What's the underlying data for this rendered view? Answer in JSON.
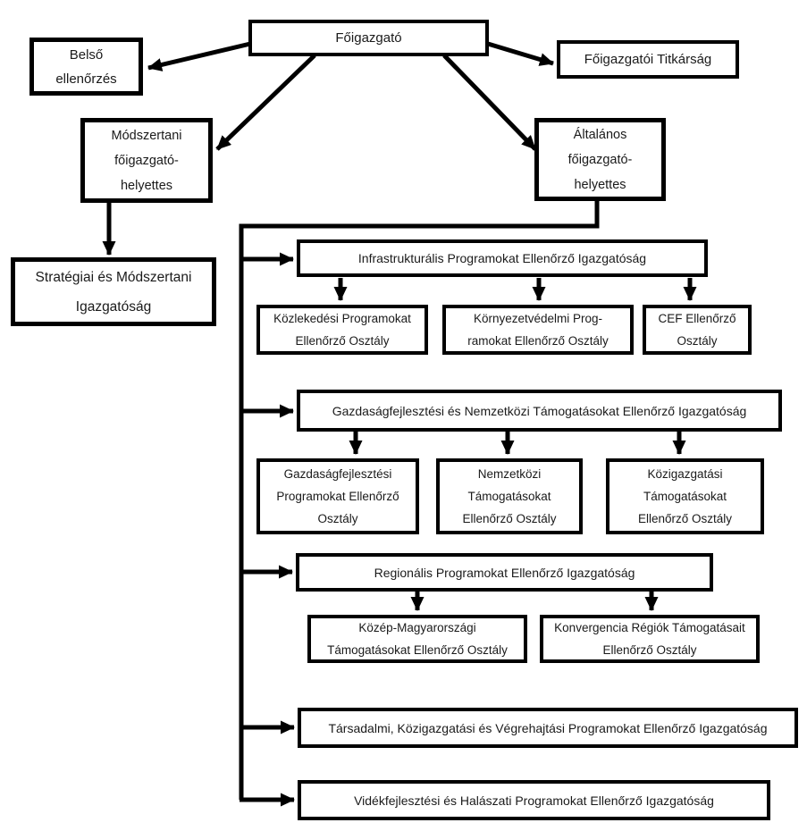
{
  "diagram": {
    "type": "org-chart",
    "language": "hu",
    "colors": {
      "background": "#ffffff",
      "box_fill": "#ffffff",
      "box_border": "#000000",
      "connector": "#000000",
      "text": "#1a1a1a"
    },
    "nodes": {
      "fogazgato": {
        "lines": [
          "Főigazgató"
        ]
      },
      "belso_ellenorzes": {
        "lines": [
          "Belső",
          "ellenőrzés"
        ]
      },
      "fogazgatoi_titkarsag": {
        "lines": [
          "Főigazgatói Titkárság"
        ]
      },
      "modszertani_helyettes": {
        "lines": [
          "Módszertani",
          "főigazgató-",
          "helyettes"
        ]
      },
      "altalanos_helyettes": {
        "lines": [
          "Általános",
          "főigazgató-",
          "helyettes"
        ]
      },
      "strategiai_igazgatosag": {
        "lines": [
          "Stratégiai és Módszertani",
          "Igazgatóság"
        ]
      },
      "infrastrukturalis_igazgatosag": {
        "lines": [
          "Infrastrukturális Programokat Ellenőrző Igazgatóság"
        ]
      },
      "kozlekedesi_osztaly": {
        "lines": [
          "Közlekedési Programokat",
          "Ellenőrző Osztály"
        ]
      },
      "kornyezetvedelmi_osztaly": {
        "lines": [
          "Környezetvédelmi Prog-",
          "ramokat Ellenőrző Osztály"
        ]
      },
      "cef_osztaly": {
        "lines": [
          "CEF Ellenőrző",
          "Osztály"
        ]
      },
      "gazdasagfejlesztesi_igazgatosag": {
        "lines": [
          "Gazdaságfejlesztési és Nemzetközi Támogatásokat Ellenőrző Igazgatóság"
        ]
      },
      "gazdasagfejlesztesi_osztaly": {
        "lines": [
          "Gazdaságfejlesztési",
          "Programokat Ellenőrző",
          "Osztály"
        ]
      },
      "nemzetkozi_osztaly": {
        "lines": [
          "Nemzetközi",
          "Támogatásokat",
          "Ellenőrző Osztály"
        ]
      },
      "kozigazgatasi_osztaly": {
        "lines": [
          "Közigazgatási",
          "Támogatásokat",
          "Ellenőrző Osztály"
        ]
      },
      "regionalis_igazgatosag": {
        "lines": [
          "Regionális Programokat Ellenőrző Igazgatóság"
        ]
      },
      "kozep_magyarorszagi_osztaly": {
        "lines": [
          "Közép-Magyarországi",
          "Támogatásokat Ellenőrző Osztály"
        ]
      },
      "konvergencia_osztaly": {
        "lines": [
          "Konvergencia Régiók Támogatásait",
          "Ellenőrző Osztály"
        ]
      },
      "tarsadalmi_igazgatosag": {
        "lines": [
          "Társadalmi, Közigazgatási és Végrehajtási Programokat Ellenőrző Igazgatóság"
        ]
      },
      "videkfejlesztesi_igazgatosag": {
        "lines": [
          "Vidékfejlesztési és Halászati Programokat Ellenőrző Igazgatóság"
        ]
      }
    },
    "edges": [
      {
        "from": "fogazgato",
        "to": "belso_ellenorzes"
      },
      {
        "from": "fogazgato",
        "to": "fogazgatoi_titkarsag"
      },
      {
        "from": "fogazgato",
        "to": "modszertani_helyettes"
      },
      {
        "from": "fogazgato",
        "to": "altalanos_helyettes"
      },
      {
        "from": "modszertani_helyettes",
        "to": "strategiai_igazgatosag"
      },
      {
        "from": "altalanos_helyettes",
        "to": "infrastrukturalis_igazgatosag"
      },
      {
        "from": "altalanos_helyettes",
        "to": "gazdasagfejlesztesi_igazgatosag"
      },
      {
        "from": "altalanos_helyettes",
        "to": "regionalis_igazgatosag"
      },
      {
        "from": "altalanos_helyettes",
        "to": "tarsadalmi_igazgatosag"
      },
      {
        "from": "altalanos_helyettes",
        "to": "videkfejlesztesi_igazgatosag"
      },
      {
        "from": "infrastrukturalis_igazgatosag",
        "to": "kozlekedesi_osztaly"
      },
      {
        "from": "infrastrukturalis_igazgatosag",
        "to": "kornyezetvedelmi_osztaly"
      },
      {
        "from": "infrastrukturalis_igazgatosag",
        "to": "cef_osztaly"
      },
      {
        "from": "gazdasagfejlesztesi_igazgatosag",
        "to": "gazdasagfejlesztesi_osztaly"
      },
      {
        "from": "gazdasagfejlesztesi_igazgatosag",
        "to": "nemzetkozi_osztaly"
      },
      {
        "from": "gazdasagfejlesztesi_igazgatosag",
        "to": "kozigazgatasi_osztaly"
      },
      {
        "from": "regionalis_igazgatosag",
        "to": "kozep_magyarorszagi_osztaly"
      },
      {
        "from": "regionalis_igazgatosag",
        "to": "konvergencia_osztaly"
      }
    ]
  }
}
